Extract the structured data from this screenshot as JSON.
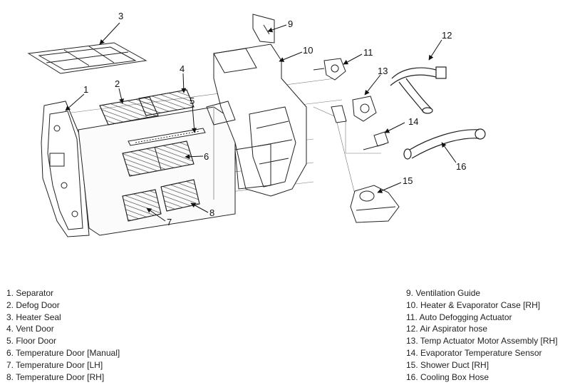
{
  "callouts": [
    "1",
    "2",
    "3",
    "4",
    "5",
    "6",
    "7",
    "8",
    "9",
    "10",
    "11",
    "12",
    "13",
    "14",
    "15",
    "16"
  ],
  "legend_left": [
    "1. Separator",
    "2. Defog Door",
    "3. Heater Seal",
    "4. Vent Door",
    "5. Floor Door",
    "6. Temperature Door [Manual]",
    "7. Temperature Door [LH]",
    "8. Temperature Door [RH]"
  ],
  "legend_right": [
    "9. Ventilation Guide",
    "10. Heater & Evaporator Case [RH]",
    "11. Auto Defogging Actuator",
    "12. Air Aspirator hose",
    "13. Temp Actuator Motor Assembly [RH]",
    "14. Evaporator Temperature Sensor",
    "15. Shower Duct [RH]",
    "16. Cooling Box Hose"
  ]
}
